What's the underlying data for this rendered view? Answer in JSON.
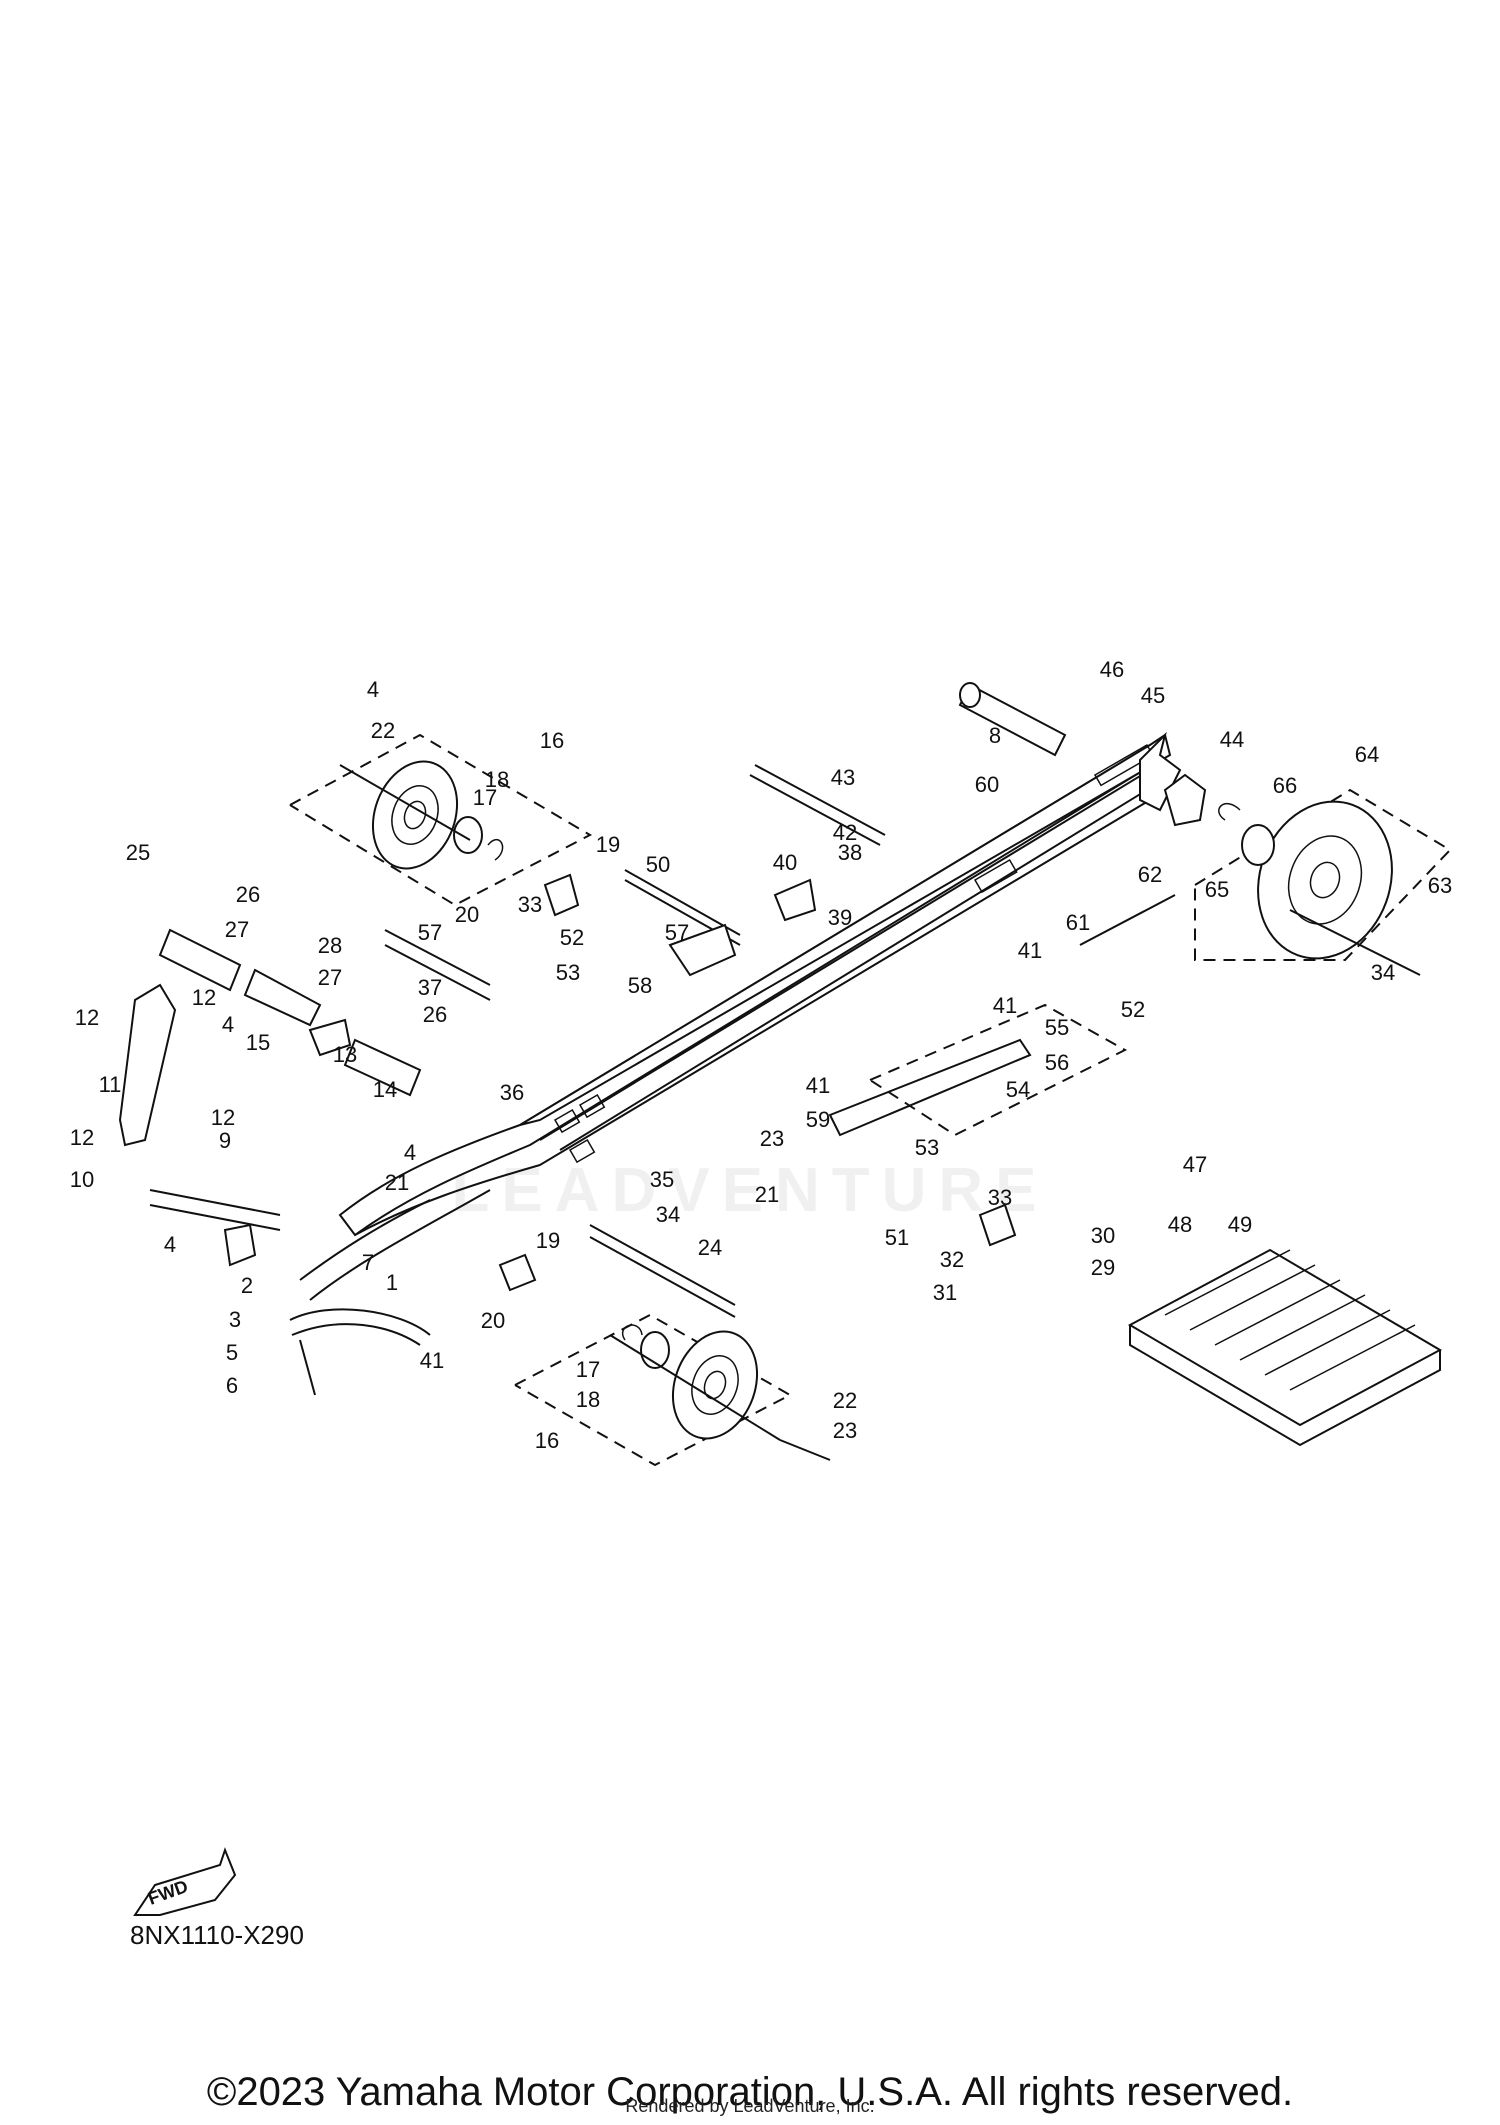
{
  "diagram": {
    "part_numbers": [
      "1",
      "2",
      "3",
      "4",
      "5",
      "6",
      "7",
      "8",
      "9",
      "10",
      "11",
      "12",
      "13",
      "14",
      "15",
      "16",
      "17",
      "18",
      "19",
      "20",
      "21",
      "22",
      "23",
      "24",
      "25",
      "26",
      "27",
      "28",
      "29",
      "30",
      "31",
      "32",
      "33",
      "34",
      "35",
      "36",
      "37",
      "38",
      "39",
      "40",
      "41",
      "42",
      "43",
      "44",
      "45",
      "46",
      "47",
      "48",
      "49",
      "50",
      "51",
      "52",
      "53",
      "54",
      "55",
      "56",
      "57",
      "58",
      "59",
      "60",
      "61",
      "62",
      "63",
      "64",
      "65",
      "66"
    ],
    "fwd_label": "FWD",
    "diagram_code": "8NX1110-X290",
    "watermark": "LEADVENTURE"
  },
  "footer": {
    "copyright": "©2023 Yamaha Motor Corporation, U.S.A. All rights reserved.",
    "rendered_by": "Rendered by LeadVenture, Inc."
  }
}
